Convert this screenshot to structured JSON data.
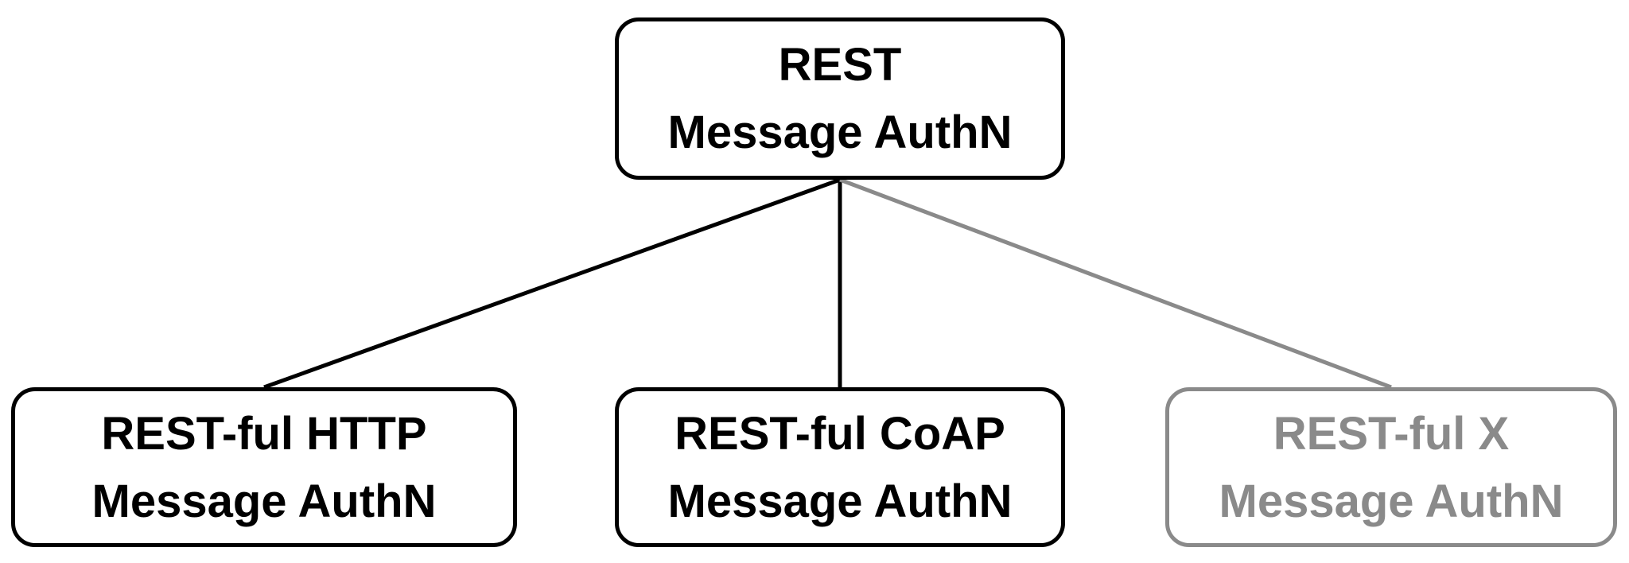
{
  "root": {
    "line1": "REST",
    "line2": "Message AuthN"
  },
  "children": [
    {
      "line1": "REST-ful HTTP",
      "line2": "Message AuthN",
      "color": "#000000"
    },
    {
      "line1": "REST-ful CoAP",
      "line2": "Message AuthN",
      "color": "#000000"
    },
    {
      "line1": "REST-ful X",
      "line2": "Message AuthN",
      "color": "#8a8a8a"
    }
  ],
  "colors": {
    "primary": "#000000",
    "muted": "#8a8a8a"
  }
}
